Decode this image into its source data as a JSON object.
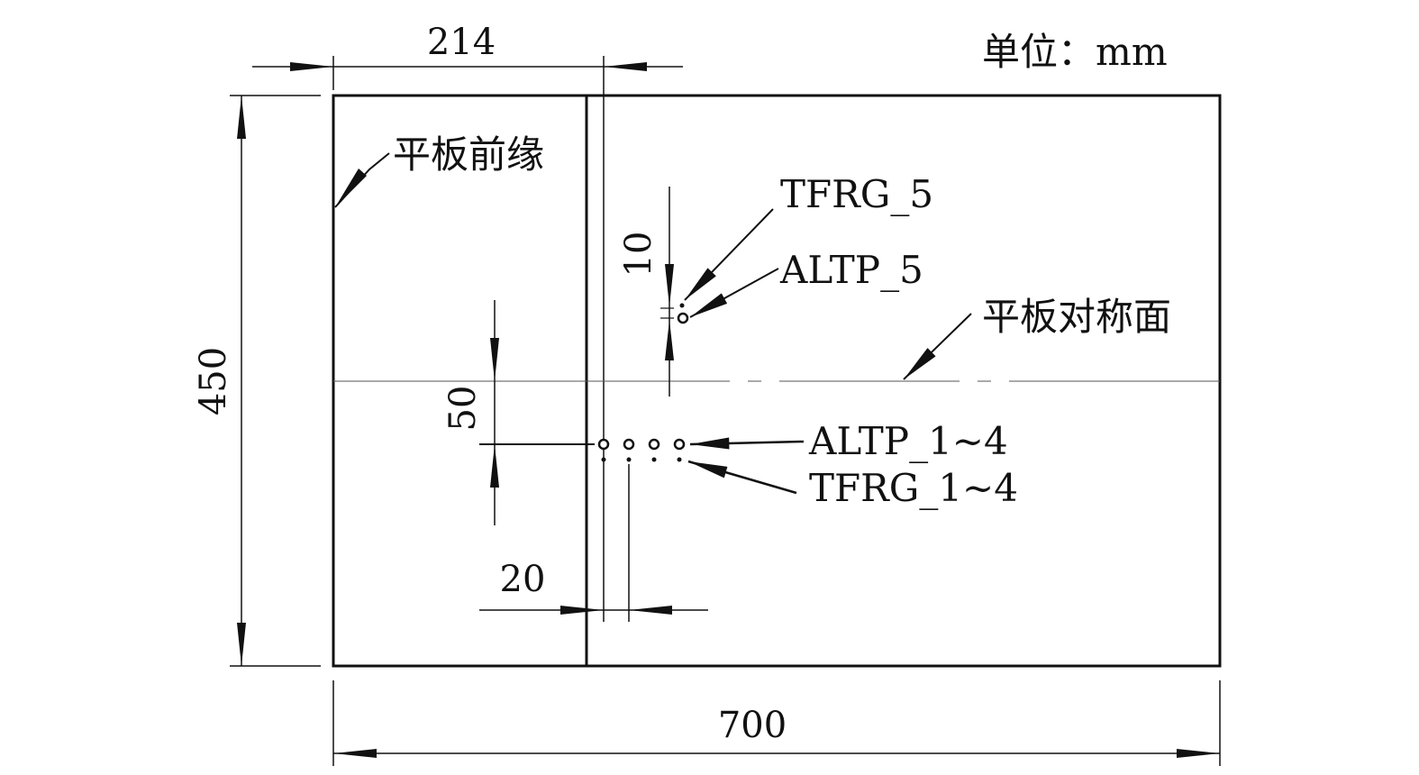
{
  "unit_label": "单位：mm",
  "dimensions": {
    "leading_edge_offset": "214",
    "height": "450",
    "width": "700",
    "sensor_spacing_10": "10",
    "sensor_offset_50": "50",
    "sensor_pitch_20": "20"
  },
  "labels": {
    "leading_edge": "平板前缘",
    "tfrg5": "TFRG_5",
    "altp5": "ALTP_5",
    "symmetry_plane": "平板对称面",
    "altp1_4": "ALTP_1~4",
    "tfrg1_4": "TFRG_1~4"
  }
}
